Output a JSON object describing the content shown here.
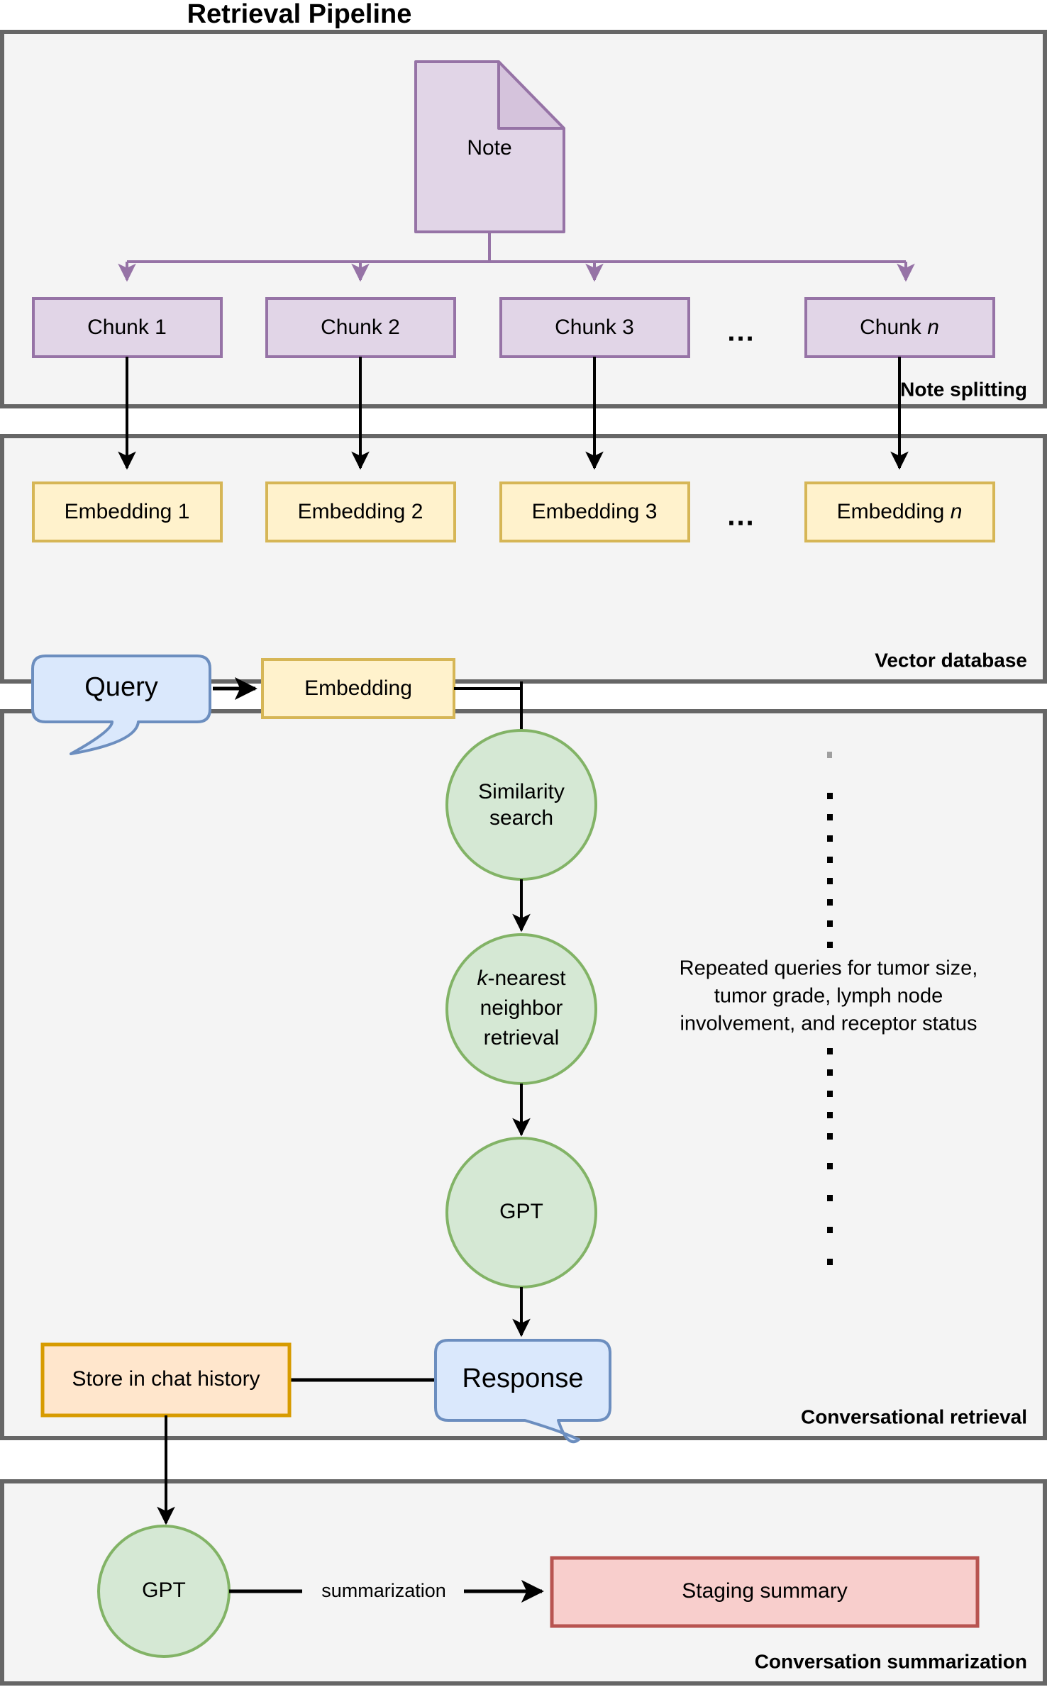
{
  "title": "Retrieval Pipeline",
  "colors": {
    "panel_fill": "#f4f4f4",
    "panel_stroke": "#666666",
    "purple_fill": "#e1d5e7",
    "purple_fill_fold": "#d5c3dc",
    "purple_stroke": "#9673a6",
    "yellow_fill": "#fff2cc",
    "yellow_stroke": "#d6b656",
    "green_fill": "#d5e8d4",
    "green_stroke": "#82b366",
    "blue_fill": "#dae8fc",
    "blue_stroke": "#6c8ebf",
    "orange_fill": "#ffe6cc",
    "orange_stroke": "#d79b00",
    "red_fill": "#f8cecc",
    "red_stroke": "#b85450",
    "arrow_black": "#000000"
  },
  "panels": [
    {
      "id": "note-splitting",
      "label": "Note splitting"
    },
    {
      "id": "vector-database",
      "label": "Vector database"
    },
    {
      "id": "conversational-retrieval",
      "label": "Conversational retrieval"
    },
    {
      "id": "conversation-summarization",
      "label": "Conversation summarization"
    }
  ],
  "note_splitting": {
    "source_document": "Note",
    "chunks": [
      {
        "label": "Chunk 1"
      },
      {
        "label": "Chunk 2"
      },
      {
        "label": "Chunk 3"
      },
      {
        "label": "Chunk ",
        "italic_suffix": "n"
      }
    ],
    "ellipsis": "..."
  },
  "vector_database": {
    "embeddings": [
      {
        "label": "Embedding 1"
      },
      {
        "label": "Embedding 2"
      },
      {
        "label": "Embedding 3"
      },
      {
        "label": "Embedding ",
        "italic_suffix": "n"
      }
    ],
    "ellipsis": "..."
  },
  "conversational_retrieval": {
    "query": "Query",
    "query_embedding": "Embedding",
    "similarity_search_line1": "Similarity",
    "similarity_search_line2": "search",
    "knn_line1_italic": "k",
    "knn_line1_rest": "-nearest",
    "knn_line2": "neighbor",
    "knn_line3": "retrieval",
    "gpt": "GPT",
    "response": "Response",
    "store_in_chat_history": "Store in chat history",
    "side_note_line1": "Repeated queries for tumor size,",
    "side_note_line2": "tumor grade, lymph node",
    "side_note_line3": "involvement, and receptor status"
  },
  "conversation_summarization": {
    "gpt": "GPT",
    "edge_label": "summarization",
    "staging_summary": "Staging summary"
  }
}
